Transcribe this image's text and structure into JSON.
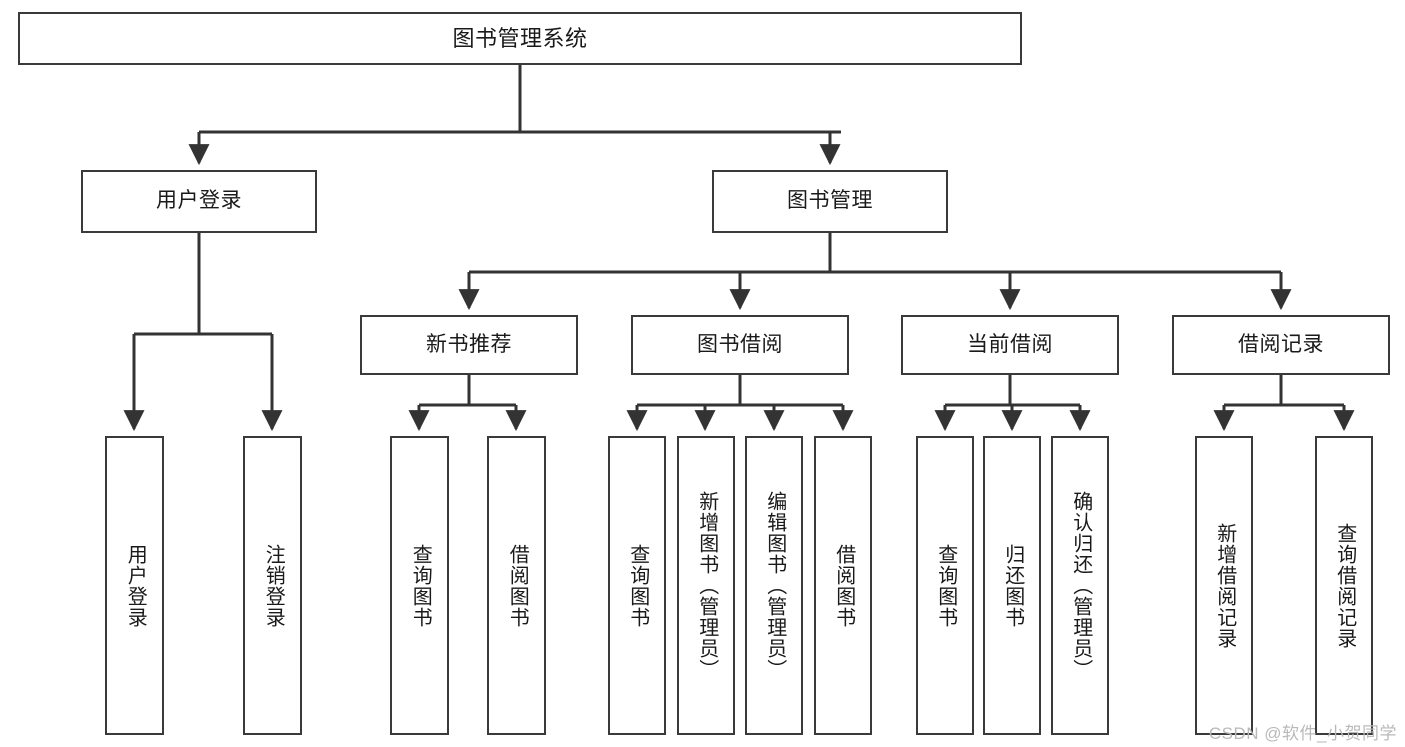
{
  "diagram": {
    "type": "tree",
    "title": "图书管理系统",
    "orientation": "top-down",
    "colors": {
      "box_border": "#3a3a3a",
      "box_fill": "#ffffff",
      "connector": "#333333",
      "text": "#1a1a1a",
      "watermark": "#b9b9b9"
    },
    "root": {
      "label": "图书管理系统"
    },
    "level2": [
      {
        "label": "用户登录"
      },
      {
        "label": "图书管理"
      }
    ],
    "level3": [
      {
        "label": "新书推荐"
      },
      {
        "label": "图书借阅"
      },
      {
        "label": "当前借阅"
      },
      {
        "label": "借阅记录"
      }
    ],
    "leaves": {
      "user_login": [
        {
          "label": "用户登录"
        },
        {
          "label": "注销登录"
        }
      ],
      "new_book_recommend": [
        {
          "label": "查询图书"
        },
        {
          "label": "借阅图书"
        }
      ],
      "book_borrow": [
        {
          "label": "查询图书"
        },
        {
          "label": "新增图书（管理员）"
        },
        {
          "label": "编辑图书（管理员）"
        },
        {
          "label": "借阅图书"
        }
      ],
      "current_borrow": [
        {
          "label": "查询图书"
        },
        {
          "label": "归还图书"
        },
        {
          "label": "确认归还（管理员）"
        }
      ],
      "borrow_record": [
        {
          "label": "新增借阅记录"
        },
        {
          "label": "查询借阅记录"
        }
      ]
    }
  },
  "watermark": {
    "text": "CSDN @软件_小贺同学"
  }
}
